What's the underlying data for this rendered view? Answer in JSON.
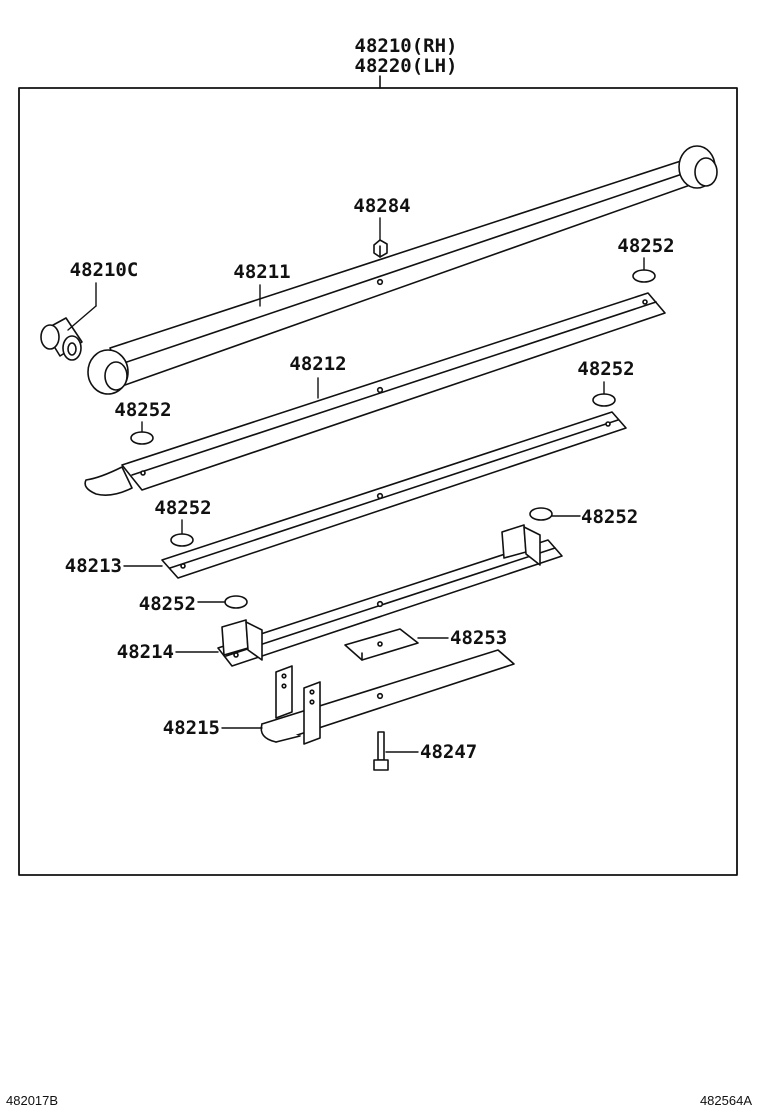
{
  "header": {
    "part_rh": "48210(RH)",
    "part_lh": "48220(LH)"
  },
  "labels": {
    "bushing": "48210C",
    "leaf_1": "48211",
    "nut": "48284",
    "leaf_2": "48212",
    "leaf_3": "48213",
    "leaf_4": "48214",
    "leaf_5": "48215",
    "pad": "48252",
    "spacer": "48253",
    "bolt": "48247"
  },
  "footer": {
    "left_code": "482017B",
    "right_code": "482564A"
  }
}
